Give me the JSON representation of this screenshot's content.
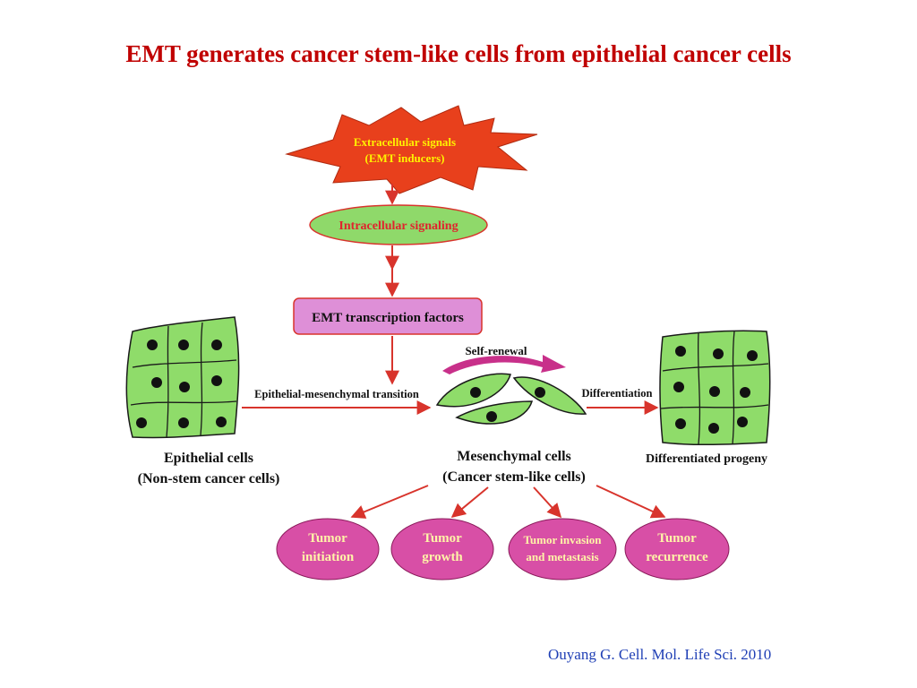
{
  "title": "EMT generates cancer stem-like cells from epithelial cancer cells",
  "nodes": {
    "signals_line1": "Extracellular signals",
    "signals_line2": "(EMT inducers)",
    "intracellular": "Intracellular signaling",
    "transcription": "EMT transcription factors",
    "self_renewal": "Self-renewal",
    "emt_label": "Epithelial-mesenchymal transition",
    "differentiation_label": "Differentiation",
    "epithelial_line1": "Epithelial cells",
    "epithelial_line2": "(Non-stem cancer cells)",
    "mesenchymal_line1": "Mesenchymal cells",
    "mesenchymal_line2": "(Cancer stem-like cells)",
    "progeny": "Differentiated progeny"
  },
  "outcomes": [
    {
      "line1": "Tumor",
      "line2": "initiation"
    },
    {
      "line1": "Tumor",
      "line2": "growth"
    },
    {
      "line1": "Tumor invasion",
      "line2": "and metastasis"
    },
    {
      "line1": "Tumor",
      "line2": "recurrence"
    }
  ],
  "citation": "Ouyang G. Cell. Mol. Life Sci. 2010",
  "colors": {
    "title": "#c00000",
    "burst": "#e8401c",
    "burst_text": "#fff200",
    "intracellular_fill": "#8fd96a",
    "intracellular_text": "#e0232d",
    "transcription_fill": "#de8fd7",
    "cell_green": "#8fdc6a",
    "outcome_fill": "#d84fa6",
    "outcome_text": "#fff4a8",
    "arrow": "#d8342c",
    "self_renewal_arrow": "#c8308a",
    "citation": "#1f3fb5"
  }
}
